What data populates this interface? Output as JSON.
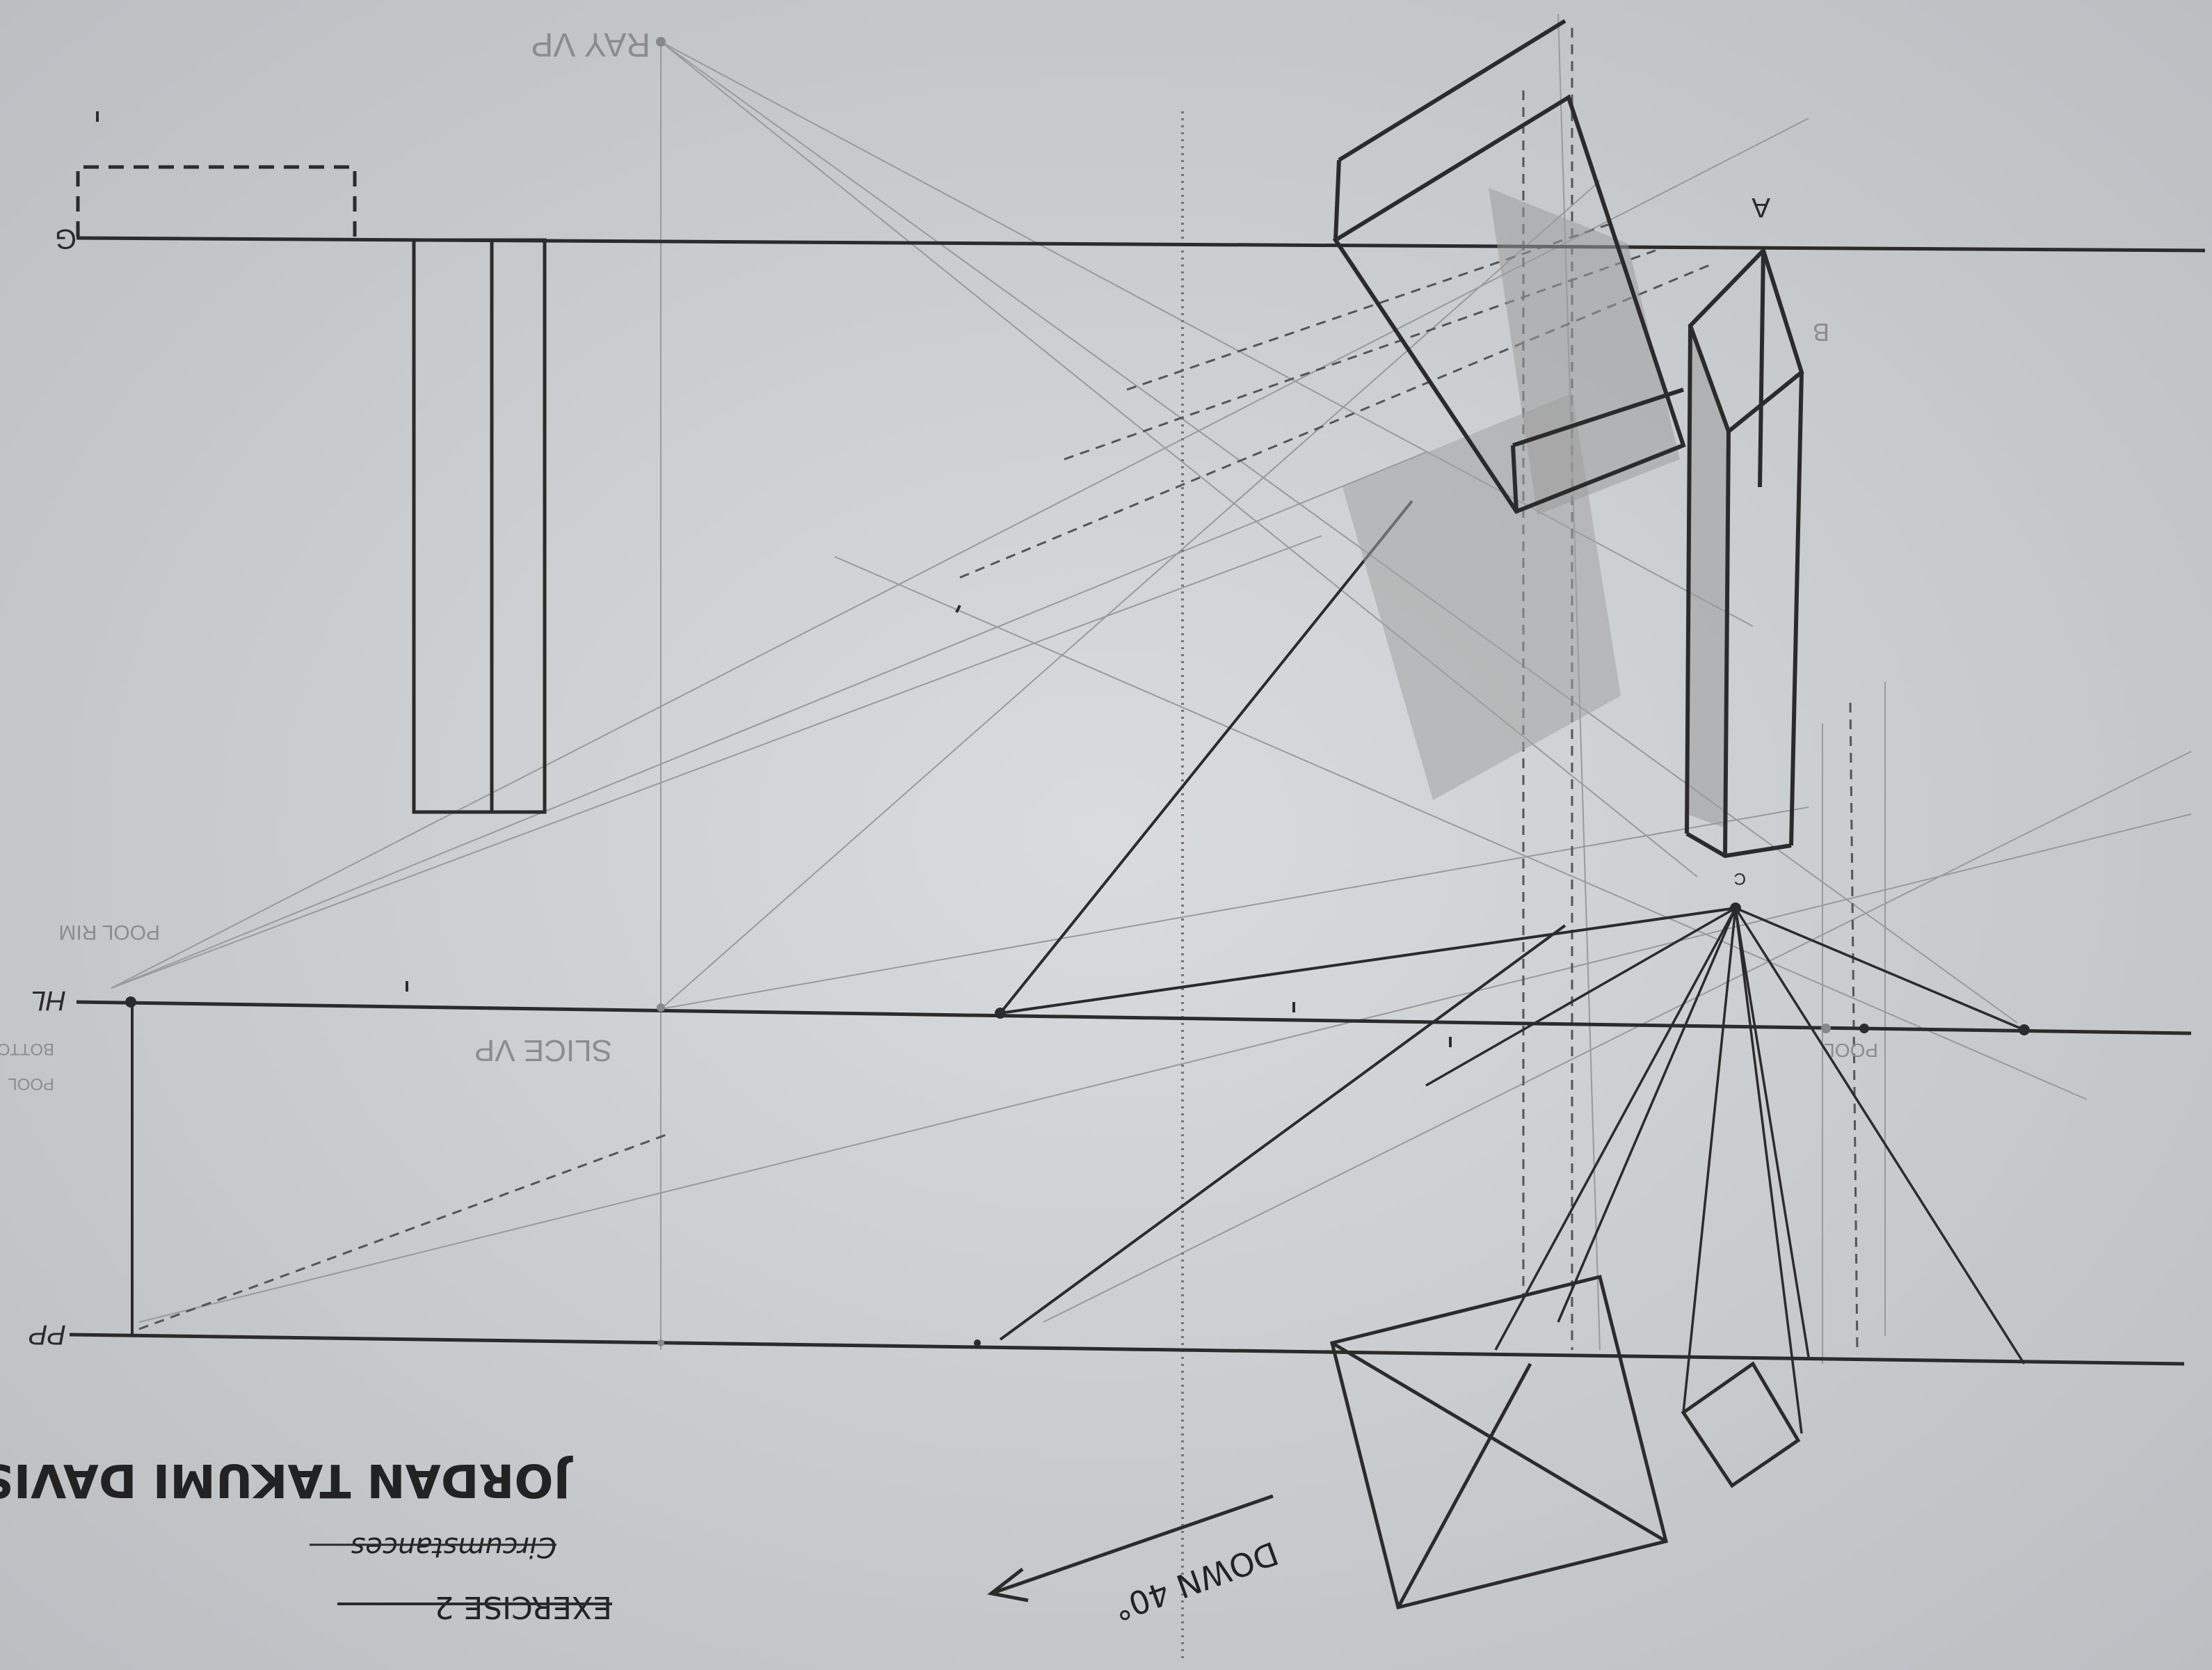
{
  "photo": {
    "subject": "photograph of a pencil perspective drawing on paper, upside down",
    "paper_color": "#cfd3d6",
    "ink_color": "#2b2b2b",
    "shade_color": "#8a8a8a"
  },
  "labels": {
    "ray_vp": "RAY VP",
    "slice_vp": "SLICE VP",
    "ground_line": "G",
    "horizon_line": "HL",
    "picture_plane": "PP",
    "pool_rim": "POOL RIM",
    "pool_bottom_1": "POOL",
    "pool_bottom_2": "BOTTOM",
    "pool_right": "POOL",
    "point_a": "A",
    "point_b": "B",
    "point_c": "C",
    "down_angle": "DOWN 40°",
    "exercise": "EXERCISE 2",
    "subtitle": "Circumstances",
    "author": "JORDAN TAKUMI DAVIS"
  }
}
